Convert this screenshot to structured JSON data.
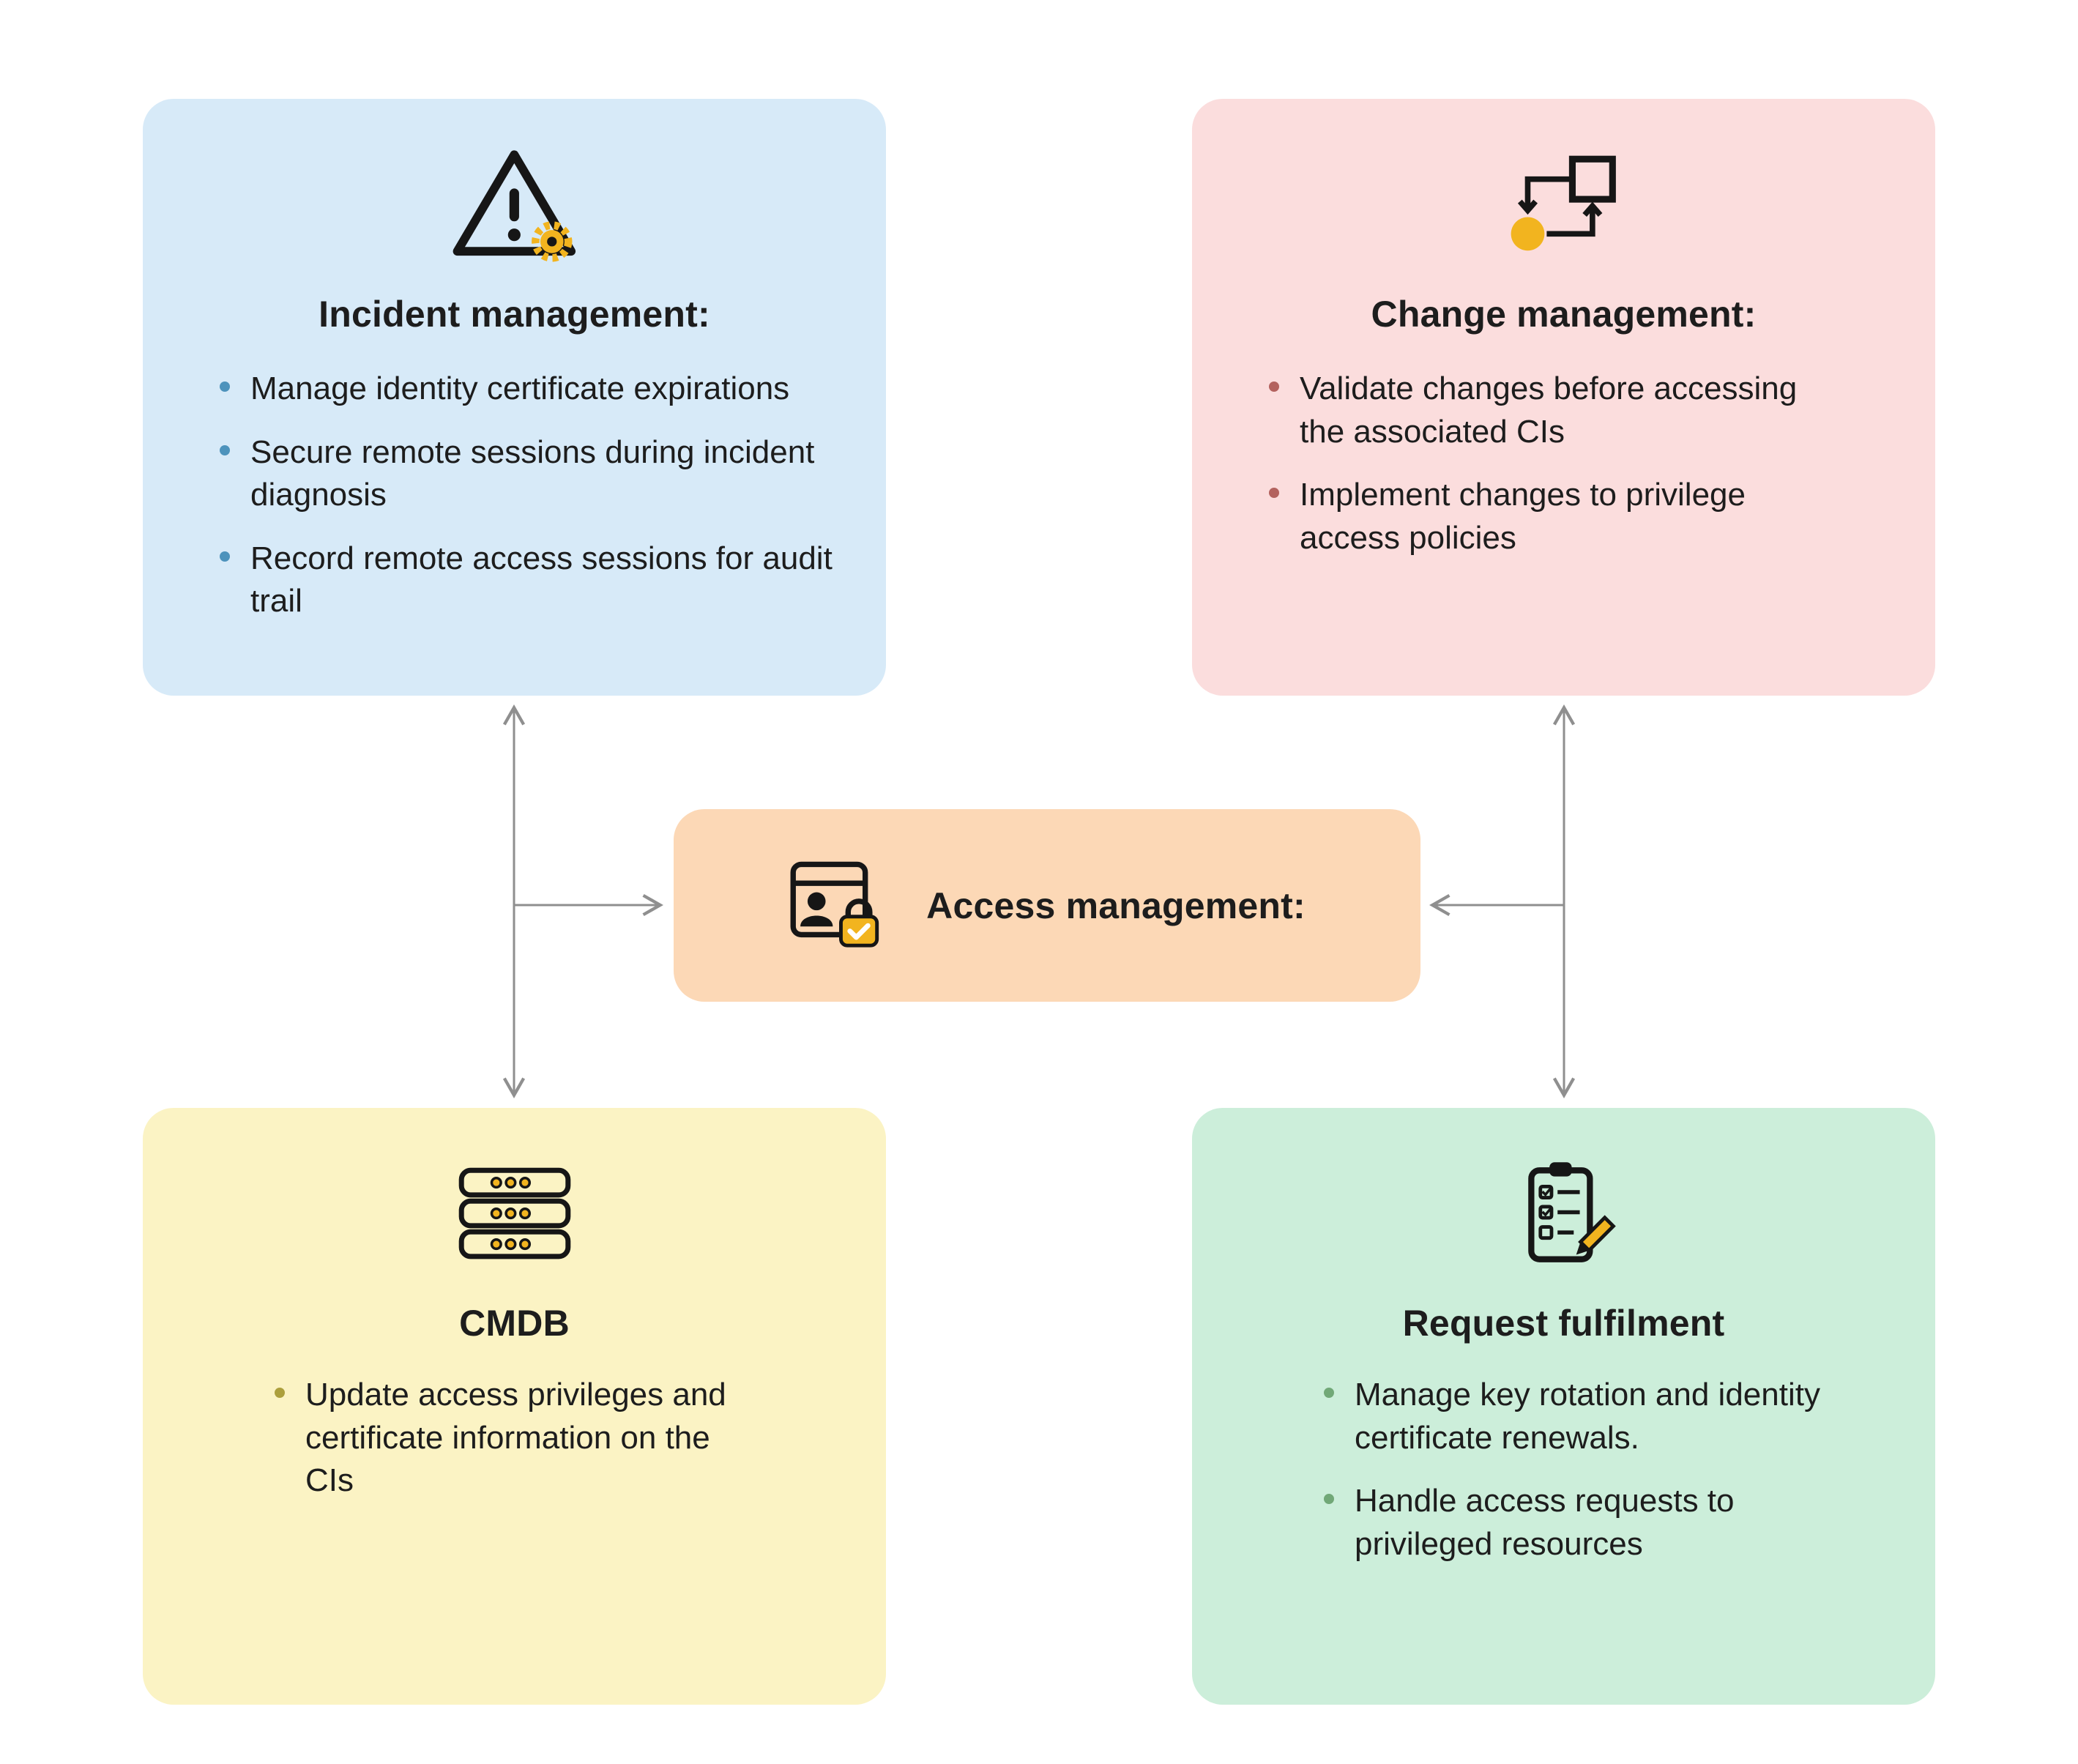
{
  "diagram": {
    "text_color": "#1d1d1d",
    "accent_yellow": "#f2b41f",
    "line_color": "#8f8f8f",
    "icons": {
      "incident": "warning-triangle-gear-icon",
      "change": "workflow-circle-square-icon",
      "access": "user-window-padlock-icon",
      "cmdb": "server-stack-icon",
      "request": "checklist-pencil-icon"
    },
    "cards": {
      "incident": {
        "title": "Incident management:",
        "bg": "#d7eaf8",
        "bullet_color": "#4d93bc",
        "bullets": [
          "Manage identity certificate expirations",
          "Secure remote sessions during incident diagnosis",
          "Record remote access sessions for audit trail"
        ]
      },
      "change": {
        "title": "Change management:",
        "bg": "#fbdddd",
        "bullet_color": "#b3625e",
        "bullets": [
          "Validate changes before accessing the associated CIs",
          "Implement changes to privilege access policies"
        ]
      },
      "access": {
        "title": "Access management:",
        "bg": "#fcd8b6"
      },
      "cmdb": {
        "title": "CMDB",
        "bg": "#fbf3c4",
        "bullet_color": "#ac9f3c",
        "bullets": [
          "Update access privileges and certificate information on the CIs"
        ]
      },
      "request": {
        "title": "Request fulfilment",
        "bg": "#cceeda",
        "bullet_color": "#71a877",
        "bullets": [
          "Manage key rotation and identity certificate renewals.",
          "Handle access requests to privileged resources"
        ]
      }
    }
  }
}
